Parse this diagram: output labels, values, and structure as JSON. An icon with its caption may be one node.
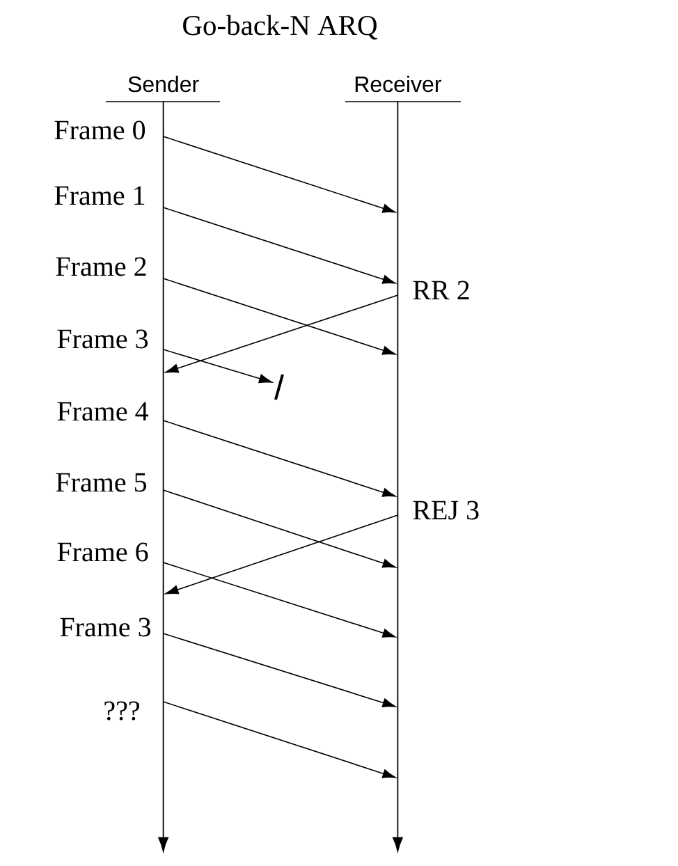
{
  "diagram": {
    "title": "Go-back-N ARQ",
    "nodes": [
      {
        "text": [
          "Sender"
        ]
      },
      {
        "text": [
          "Receiver"
        ]
      },
      {
        "text": [],
        "shape": "line"
      },
      {
        "text": [],
        "shape": "line"
      }
    ],
    "edges": [
      {
        "from": 2,
        "to": 3,
        "arrow": "to",
        "label": "Frame 0"
      },
      {
        "from": 2,
        "to": 3,
        "arrow": "to",
        "label": "Frame 1"
      },
      {
        "from": 2,
        "to": 3,
        "arrow": "to",
        "label": "Frame 2"
      },
      {
        "from": 3,
        "to": 2,
        "arrow": "to",
        "label": "RR 2"
      },
      {
        "from": 2,
        "to": null,
        "arrow": "to",
        "label": "Frame 3"
      },
      {
        "from": 2,
        "to": 3,
        "arrow": "to",
        "label": "Frame 4"
      },
      {
        "from": 2,
        "to": 3,
        "arrow": "to",
        "label": "Frame 5"
      },
      {
        "from": 3,
        "to": 2,
        "arrow": "to",
        "label": "REJ 3"
      },
      {
        "from": 2,
        "to": 3,
        "arrow": "to",
        "label": "Frame 6"
      },
      {
        "from": 2,
        "to": 3,
        "arrow": "to",
        "label": "Frame 3"
      },
      {
        "from": 2,
        "to": 3,
        "arrow": "to",
        "label": "???"
      }
    ]
  }
}
